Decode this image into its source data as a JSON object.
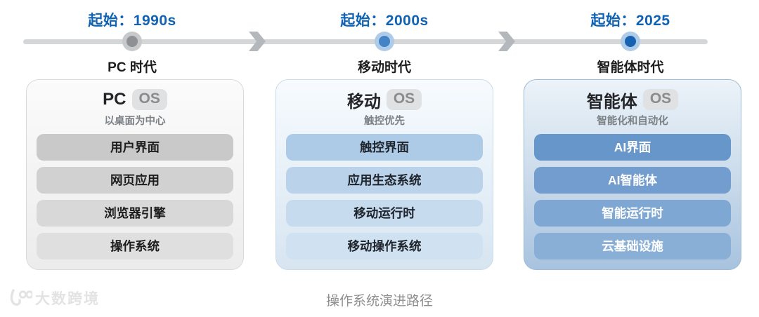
{
  "caption": "操作系统演进路径",
  "watermark": {
    "brand": "大数跨境",
    "logo_icon": "bird-100-logo-icon"
  },
  "colors": {
    "accent_blue": "#1062b3",
    "timeline_gray": "#d5d6d7",
    "dot_pc": "#8e9093",
    "dot_mobile": "#4483c5",
    "dot_agent": "#1763b2",
    "card_pc_layer": "#c9c9c9",
    "card_mobile_layer": "#adcbe7",
    "card_agent_layer": "#6696ca"
  },
  "eras": [
    {
      "start_label": "起始：1990s",
      "era_label": "PC 时代",
      "card_title": "PC",
      "os_badge": "OS",
      "subtitle": "以桌面为中心",
      "layers": [
        "用户界面",
        "网页应用",
        "浏览器引擎",
        "操作系统"
      ]
    },
    {
      "start_label": "起始：2000s",
      "era_label": "移动时代",
      "card_title": "移动",
      "os_badge": "OS",
      "subtitle": "触控优先",
      "layers": [
        "触控界面",
        "应用生态系统",
        "移动运行时",
        "移动操作系统"
      ]
    },
    {
      "start_label": "起始：2025",
      "era_label": "智能体时代",
      "card_title": "智能体",
      "os_badge": "OS",
      "subtitle": "智能化和自动化",
      "layers": [
        "AI界面",
        "AI智能体",
        "智能运行时",
        "云基础设施"
      ]
    }
  ]
}
